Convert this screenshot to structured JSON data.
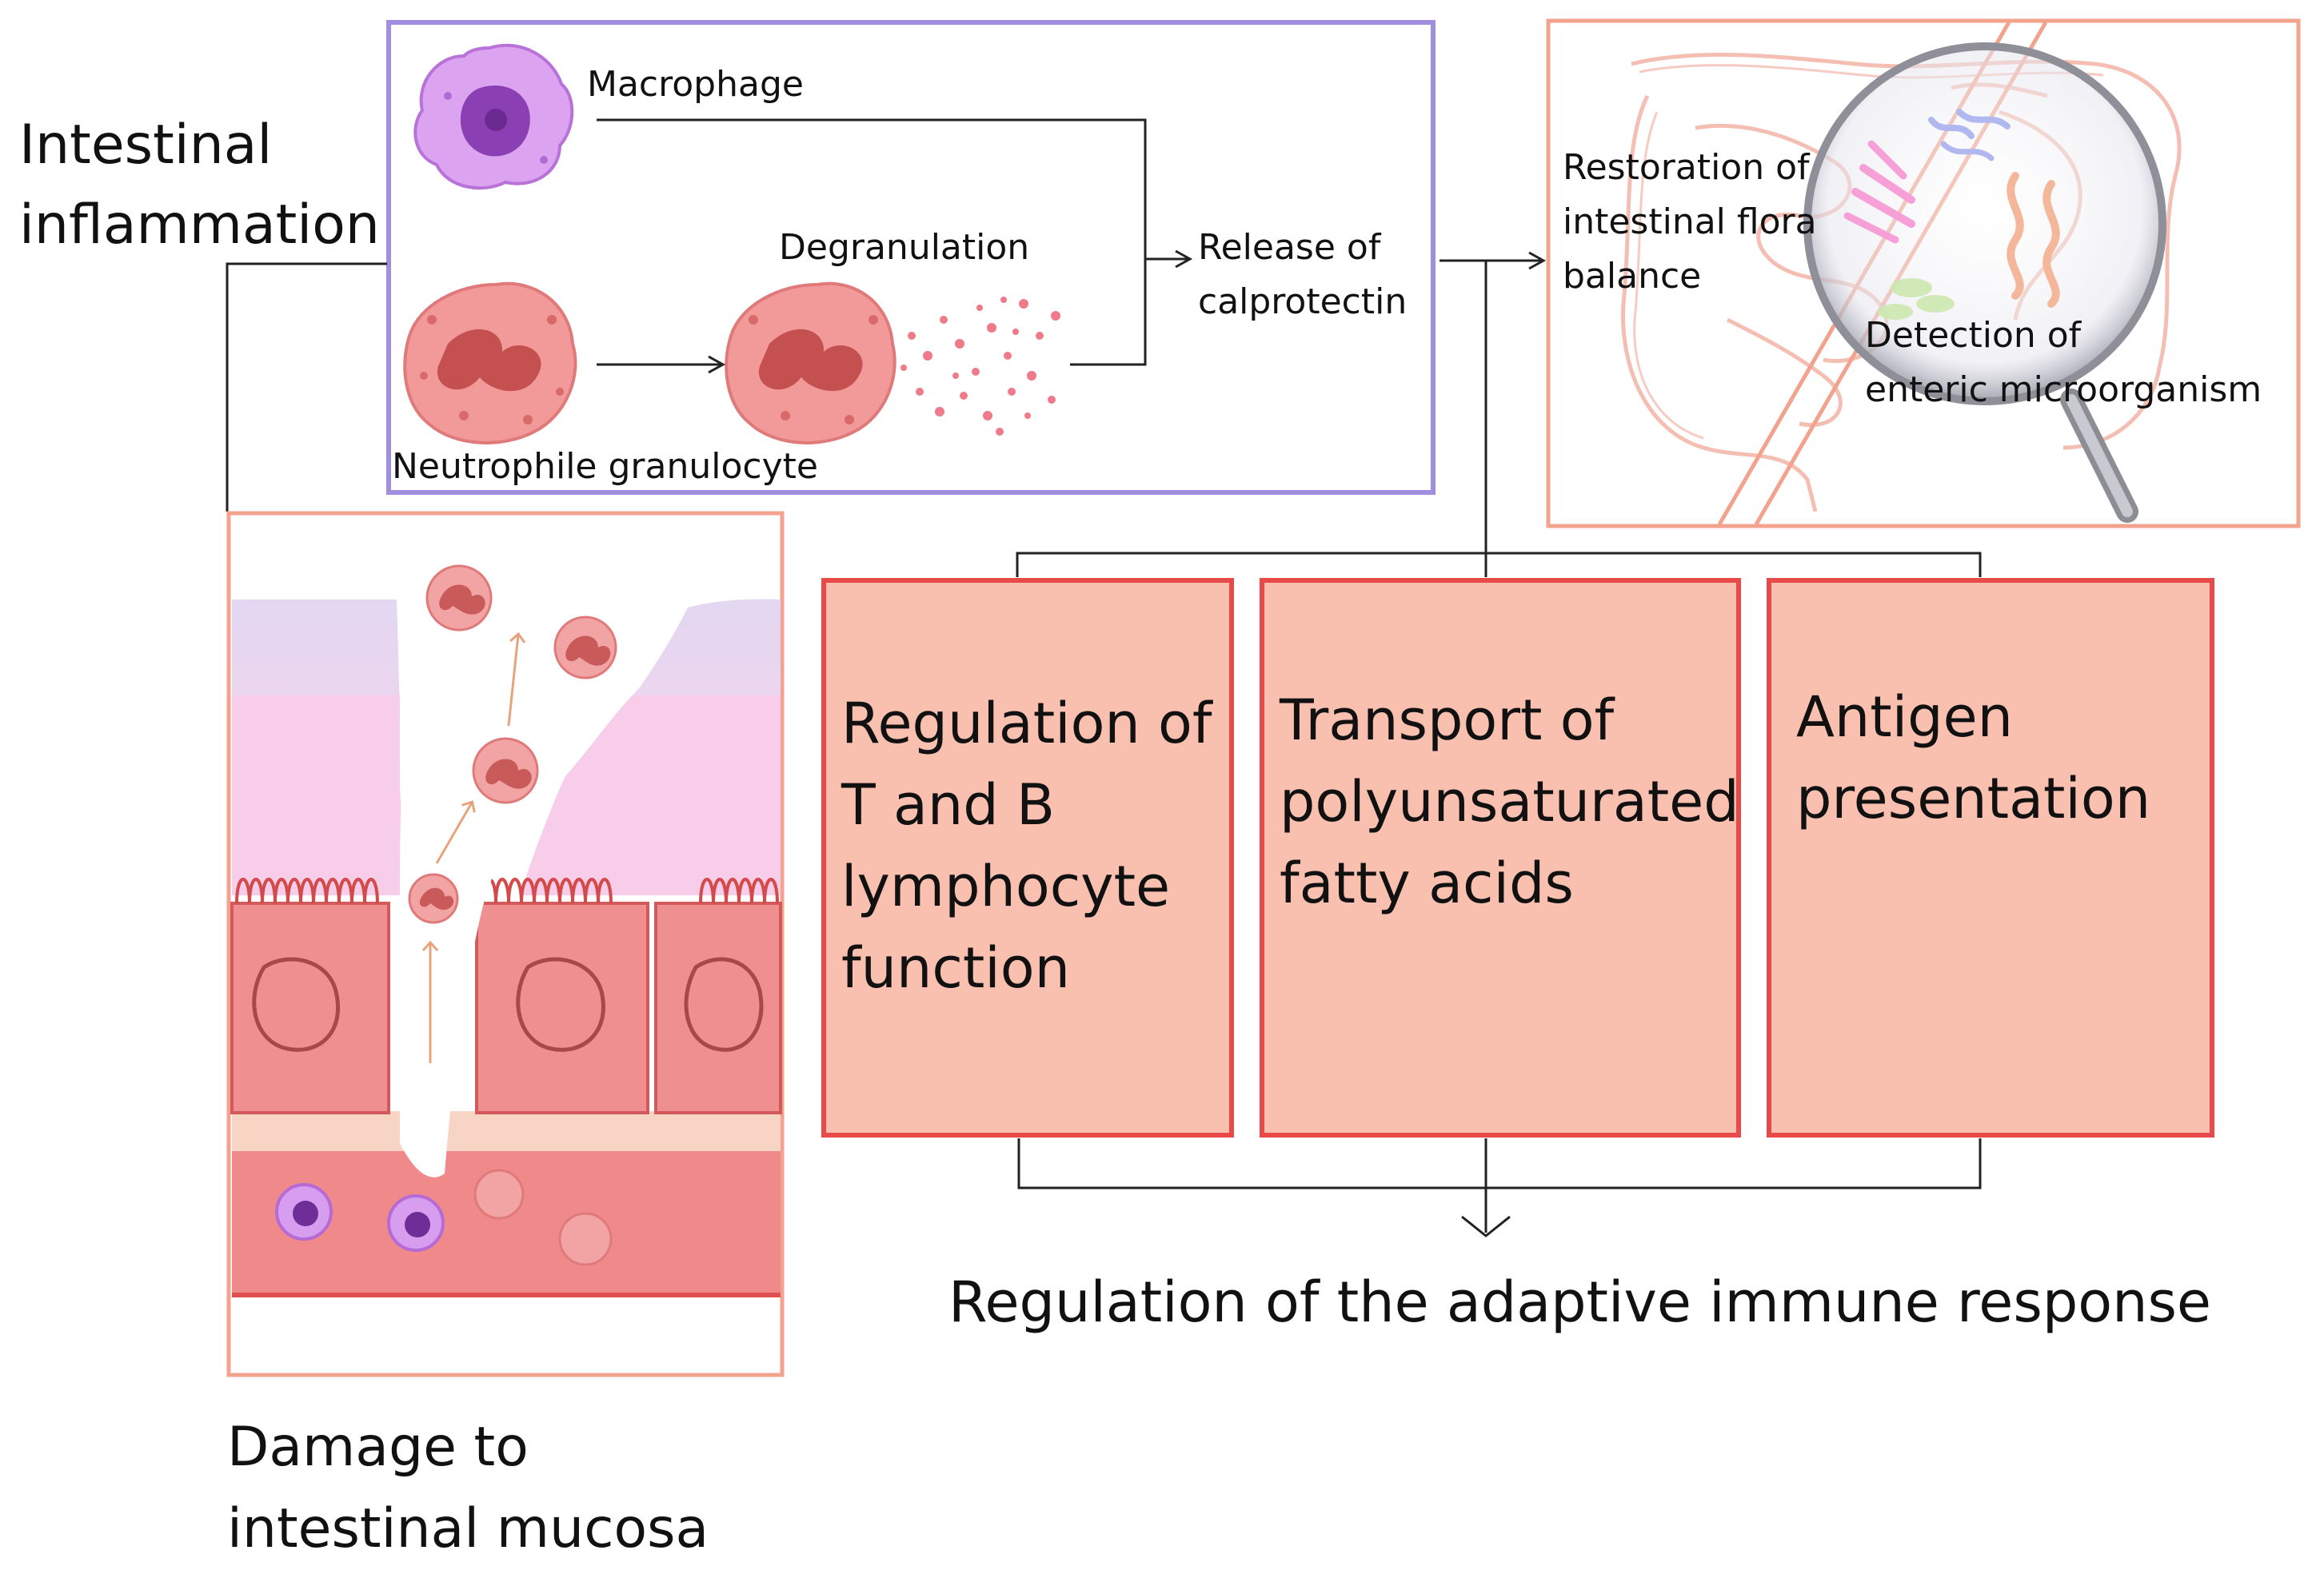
{
  "title": {
    "intestinal_inflammation": "Intestinal\ninflammation"
  },
  "top_panel": {
    "macrophage": "Macrophage",
    "degranulation": "Degranulation",
    "neutrophile": "Neutrophile granulocyte",
    "release": "Release of\ncalprotectin"
  },
  "flora_panel": {
    "restoration": "Restoration of\nintestinal flora\nbalance",
    "detection": "Detection of\nenteric microorganism"
  },
  "boxes": [
    {
      "text": "Regulation of\nT and B\nlymphocyte\nfunction"
    },
    {
      "text": "Transport of\npolyunsaturated\nfatty acids"
    },
    {
      "text": "Antigen\npresentation"
    }
  ],
  "adaptive": "Regulation of the adaptive immune response",
  "damage": "Damage to\nintestinal mucosa",
  "colors": {
    "purple_frame": "#a08fe0",
    "salmon_frame": "#f3a38d",
    "red_box_border": "#e84a4a",
    "box_fill": "#f9c0b0",
    "cell_pink": "#f08f8f",
    "macrophage_purple": "#c57ee0"
  }
}
